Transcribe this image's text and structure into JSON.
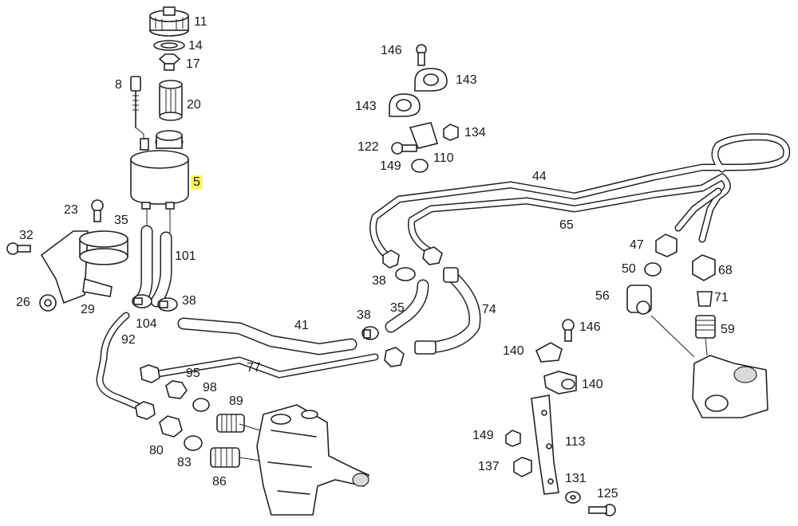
{
  "labels": [
    {
      "id": "11",
      "text": "11"
    },
    {
      "id": "14",
      "text": "14"
    },
    {
      "id": "17",
      "text": "17"
    },
    {
      "id": "8",
      "text": "8"
    },
    {
      "id": "20",
      "text": "20"
    },
    {
      "id": "5",
      "text": "5"
    },
    {
      "id": "23",
      "text": "23"
    },
    {
      "id": "35a",
      "text": "35"
    },
    {
      "id": "32",
      "text": "32"
    },
    {
      "id": "101",
      "text": "101"
    },
    {
      "id": "26",
      "text": "26"
    },
    {
      "id": "29",
      "text": "29"
    },
    {
      "id": "38a",
      "text": "38"
    },
    {
      "id": "104",
      "text": "104"
    },
    {
      "id": "92",
      "text": "92"
    },
    {
      "id": "41",
      "text": "41"
    },
    {
      "id": "77",
      "text": "77"
    },
    {
      "id": "95",
      "text": "95"
    },
    {
      "id": "98",
      "text": "98"
    },
    {
      "id": "89",
      "text": "89"
    },
    {
      "id": "80",
      "text": "80"
    },
    {
      "id": "83",
      "text": "83"
    },
    {
      "id": "86",
      "text": "86"
    },
    {
      "id": "146a",
      "text": "146"
    },
    {
      "id": "143a",
      "text": "143"
    },
    {
      "id": "143b",
      "text": "143"
    },
    {
      "id": "134",
      "text": "134"
    },
    {
      "id": "122",
      "text": "122"
    },
    {
      "id": "149a",
      "text": "149"
    },
    {
      "id": "110",
      "text": "110"
    },
    {
      "id": "44",
      "text": "44"
    },
    {
      "id": "65",
      "text": "65"
    },
    {
      "id": "38b",
      "text": "38"
    },
    {
      "id": "38c",
      "text": "38"
    },
    {
      "id": "35b",
      "text": "35"
    },
    {
      "id": "74",
      "text": "74"
    },
    {
      "id": "47",
      "text": "47"
    },
    {
      "id": "50",
      "text": "50"
    },
    {
      "id": "68",
      "text": "68"
    },
    {
      "id": "56",
      "text": "56"
    },
    {
      "id": "71",
      "text": "71"
    },
    {
      "id": "59",
      "text": "59"
    },
    {
      "id": "146b",
      "text": "146"
    },
    {
      "id": "140a",
      "text": "140"
    },
    {
      "id": "140b",
      "text": "140"
    },
    {
      "id": "149b",
      "text": "149"
    },
    {
      "id": "113",
      "text": "113"
    },
    {
      "id": "137",
      "text": "137"
    },
    {
      "id": "131",
      "text": "131"
    },
    {
      "id": "125",
      "text": "125"
    }
  ],
  "highlighted_part": "5"
}
